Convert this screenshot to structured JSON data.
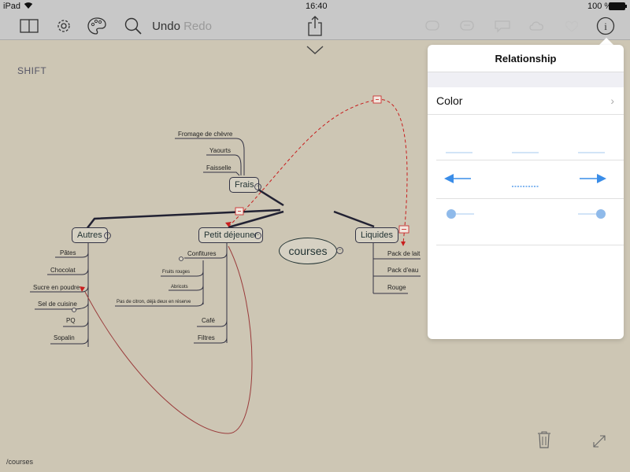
{
  "status": {
    "device": "iPad",
    "time": "16:40",
    "battery": "100 %"
  },
  "toolbar": {
    "undo_label": "Undo",
    "redo_label": "Redo"
  },
  "canvas": {
    "shift_label": "SHIFT",
    "path": "/courses"
  },
  "map": {
    "root": "courses",
    "frais": {
      "label": "Frais",
      "items": [
        "Fromage de chèvre",
        "Yaourts",
        "Faisselle"
      ]
    },
    "autres": {
      "label": "Autres",
      "items": [
        "Pâtes",
        "Chocolat",
        "Sucre en poudre",
        "Sel de cuisine",
        "PQ",
        "Sopalin"
      ]
    },
    "petit": {
      "label": "Petit déjeuner",
      "confitures": "Confitures",
      "confitures_items": [
        "Fruits rouges",
        "Abricots",
        "Pas de citron, déjà deux en réserve"
      ],
      "items": [
        "Café",
        "Filtres"
      ]
    },
    "liquides": {
      "label": "Liquides",
      "items": [
        "Pack de lait",
        "Pack d'eau",
        "Rouge"
      ]
    }
  },
  "popover": {
    "title": "Relationship",
    "color_label": "Color"
  },
  "colors": {
    "accent": "#3a8de8",
    "relation_red": "#c81e1e",
    "relation_brown": "#9a3b3b",
    "canvas_bg": "#cdc6b4"
  }
}
